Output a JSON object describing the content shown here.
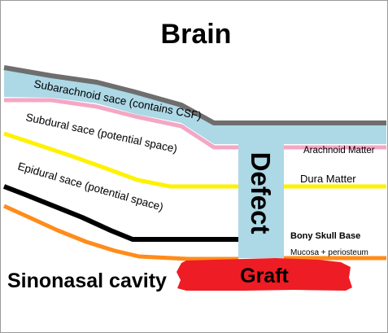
{
  "title": "Brain",
  "labels": {
    "subarachnoid": "Subarachnoid sace (contains CSF)",
    "subdural": "Subdural sace (potential space)",
    "epidural": "Epidural sace (potential space)",
    "arachnoid_matter": "Arachnoid Matter",
    "dura_matter": "Dura Matter",
    "bony_skull_base": "Bony Skull Base",
    "mucosa": "Mucosa + periosteum",
    "sinonasal_cavity": "Sinonasal cavity",
    "defect": "Defect",
    "graft": "Graft"
  },
  "colors": {
    "csf": "#add8e6",
    "outer_membrane": "#6e6e6e",
    "arachnoid": "#f4a7c4",
    "dura": "#fff200",
    "bone": "#000000",
    "mucosa": "#ff8c1a",
    "graft": "#ee1c24"
  }
}
